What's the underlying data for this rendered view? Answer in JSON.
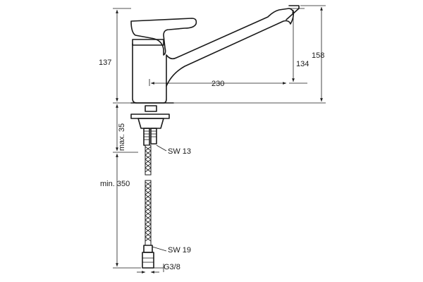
{
  "dimensions": {
    "height_total": "137",
    "spout_height": "134",
    "overall_height": "158",
    "spout_reach": "230",
    "max_mount_thickness": "max. 35",
    "hose_length": "min. 350",
    "nut_sw13": "SW 13",
    "nut_sw19": "SW 19",
    "thread": "G3/8"
  }
}
